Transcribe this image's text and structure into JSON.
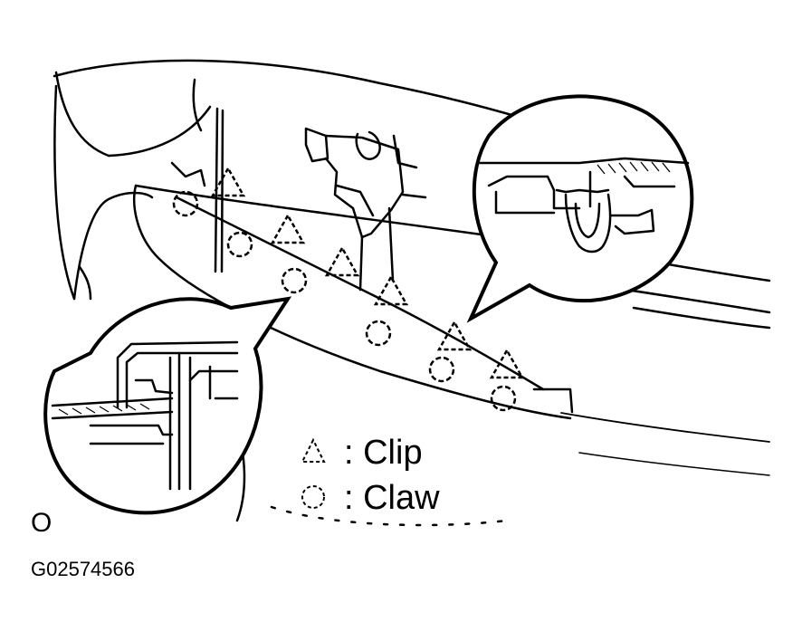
{
  "legend": {
    "clip_label": ": Clip",
    "claw_label": ": Claw"
  },
  "figure_letter": "O",
  "figure_code": "G02574566",
  "symbols": {
    "clip": "triangle-dashed",
    "claw": "circle-dashed"
  },
  "colors": {
    "ink": "#000000",
    "paper": "#ffffff"
  }
}
